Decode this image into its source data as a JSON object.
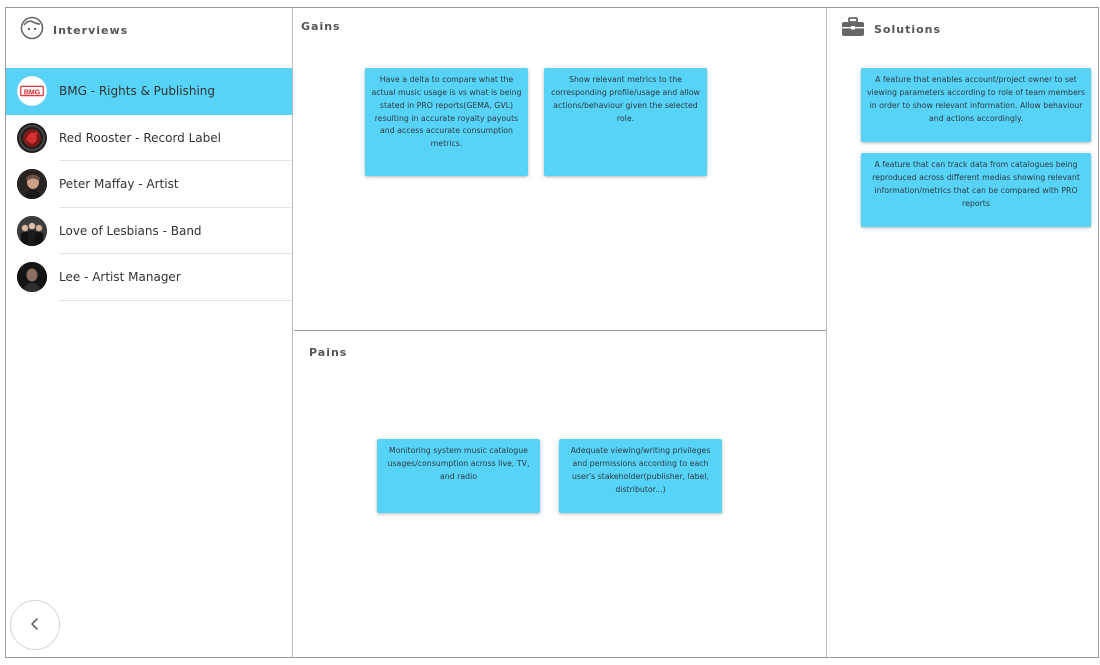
{
  "interviews": {
    "title": "Interviews",
    "items": [
      {
        "label": "BMG - Rights & Publishing",
        "avatar_text": "BMG",
        "active": true
      },
      {
        "label": "Red Rooster - Record Label",
        "active": false
      },
      {
        "label": "Peter Maffay - Artist",
        "active": false
      },
      {
        "label": "Love of Lesbians - Band",
        "active": false
      },
      {
        "label": "Lee - Artist Manager",
        "active": false
      }
    ]
  },
  "gains": {
    "title": "Gains",
    "notes": [
      "Have a delta to compare what the actual music usage is vs what is being stated in PRO reports(GEMA, GVL) resulting in accurate royalty payouts and access accurate consumption metrics.",
      "Show relevant metrics to the corresponding profile/usage and allow actions/behaviour given the selected role."
    ]
  },
  "pains": {
    "title": "Pains",
    "notes": [
      "Monitoring system music catalogue usages/consumption across live, TV, and radio",
      "Adequate viewing/writing privileges and permissions according to each user's stakeholder(publisher, label, distributor...)"
    ]
  },
  "solutions": {
    "title": "Solutions",
    "notes": [
      "A feature that enables account/project owner to set viewing parameters according to role of team members in order to show relevant information. Allow behaviour and actions accordingly.",
      "A feature that can track data from catalogues being reproduced across different medias showing relevant information/metrics that can be compared with PRO reports"
    ]
  },
  "colors": {
    "accent": "#56d3f7",
    "bmg_red": "#d2232a"
  }
}
